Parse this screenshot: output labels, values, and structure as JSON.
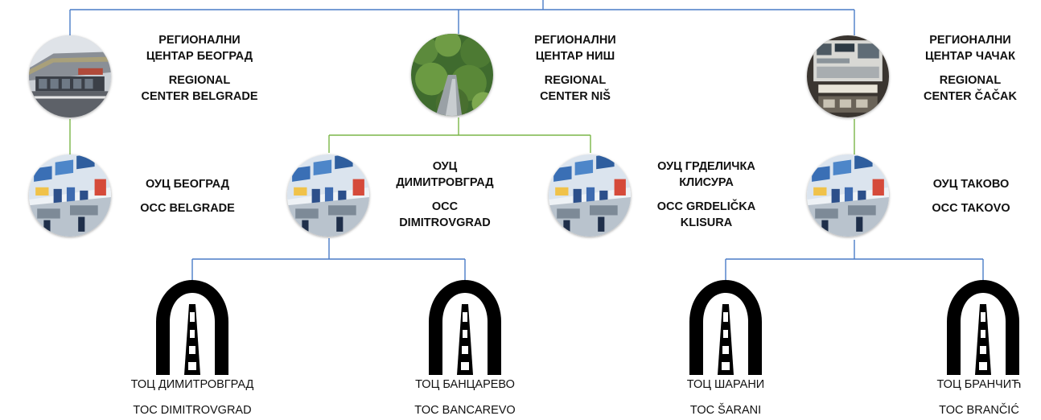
{
  "colors": {
    "blue_line": "#4a7cc7",
    "green_line": "#7ab648",
    "text": "#111111"
  },
  "regional_centers": [
    {
      "id": "belgrade",
      "name_sr": [
        "РЕГИОНАЛНИ",
        "ЦЕНТАР БЕОГРАД"
      ],
      "name_en": [
        "REGIONAL",
        "CENTER BELGRADE"
      ],
      "icon": "building-photo-icon"
    },
    {
      "id": "nis",
      "name_sr": [
        "РЕГИОНАЛНИ",
        "ЦЕНТАР НИШ"
      ],
      "name_en": [
        "REGIONAL",
        "CENTER NIŠ"
      ],
      "icon": "forest-photo-icon"
    },
    {
      "id": "cacak",
      "name_sr": [
        "РЕГИОНАЛНИ",
        "ЦЕНТАР ЧАЧАК"
      ],
      "name_en": [
        "REGIONAL",
        "CENTER ČAČAK"
      ],
      "icon": "control-panel-photo-icon"
    }
  ],
  "operation_centers": [
    {
      "id": "occ-belgrade",
      "name_sr": [
        "ОУЦ БЕОГРАД"
      ],
      "name_en": [
        "OCC BELGRADE"
      ],
      "icon": "control-room-icon"
    },
    {
      "id": "occ-dimitrovgrad",
      "name_sr": [
        "ОУЦ",
        "ДИМИТРОВГРАД"
      ],
      "name_en": [
        "OCC",
        "DIMITROVGRAD"
      ],
      "icon": "control-room-icon"
    },
    {
      "id": "occ-grdelicka",
      "name_sr": [
        "ОУЦ ГРДЕЛИЧКА",
        "КЛИСУРА"
      ],
      "name_en": [
        "OCC GRDELIČKA",
        "KLISURA"
      ],
      "icon": "control-room-icon"
    },
    {
      "id": "occ-takovo",
      "name_sr": [
        "ОУЦ ТАКОВО"
      ],
      "name_en": [
        "OCC TAKOVO"
      ],
      "icon": "control-room-icon"
    }
  ],
  "tunnel_centers": [
    {
      "id": "toc-dimitrovgrad",
      "name_sr": "ТОЦ ДИМИТРОВГРАД",
      "name_en": "TOC DIMITROVGRAD",
      "icon": "tunnel-icon"
    },
    {
      "id": "toc-bancarevo",
      "name_sr": "ТОЦ БАНЦАРЕВО",
      "name_en": "TOC BANCAREVO",
      "icon": "tunnel-icon"
    },
    {
      "id": "toc-sarani",
      "name_sr": "ТОЦ ШАРАНИ",
      "name_en": "TOC ŠARANI",
      "icon": "tunnel-icon"
    },
    {
      "id": "toc-brancic",
      "name_sr": "ТОЦ БРАНЧИЋ",
      "name_en": "TOC BRANČIĆ",
      "icon": "tunnel-icon"
    }
  ]
}
